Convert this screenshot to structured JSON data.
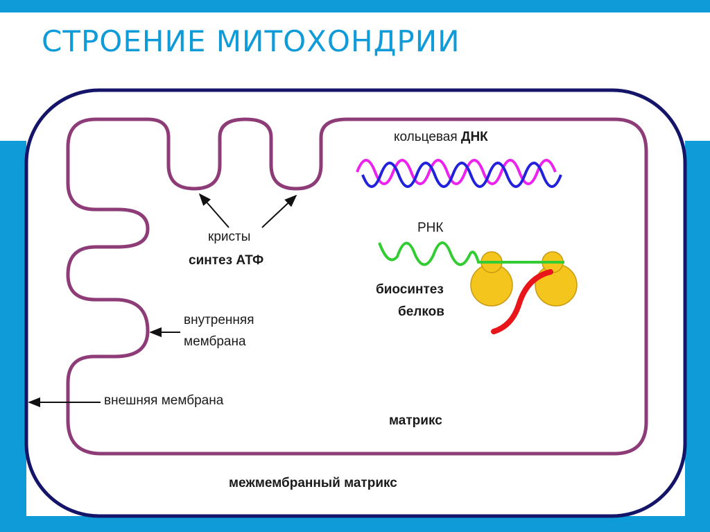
{
  "slide": {
    "title": "СТРОЕНИЕ МИТОХОНДРИИ"
  },
  "diagram": {
    "labels": {
      "ring_dna_prefix": "кольцевая",
      "ring_dna_bold": "ДНК",
      "rna": "РНК",
      "cristae": "кристы",
      "atp_synthesis": "синтез АТФ",
      "protein_biosynthesis_line1": "биосинтез",
      "protein_biosynthesis_line2": "белков",
      "inner_membrane_line1": "внутренняя",
      "inner_membrane_line2": "мембрана",
      "outer_membrane": "внешняя мембрана",
      "matrix": "матрикс",
      "intermembrane_matrix": "межмембранный матрикс"
    },
    "colors": {
      "slide_accent": "#0f9bd8",
      "outer_membrane": "#141469",
      "inner_membrane": "#8e3c78",
      "dna_strand_1": "#ee22ee",
      "dna_strand_2": "#2222dd",
      "rna": "#33cc33",
      "ribosome": "#f4c51c",
      "ribosome_outline": "#c89a10",
      "protein_chain": "#e8161b",
      "arrow": "#111111"
    }
  }
}
